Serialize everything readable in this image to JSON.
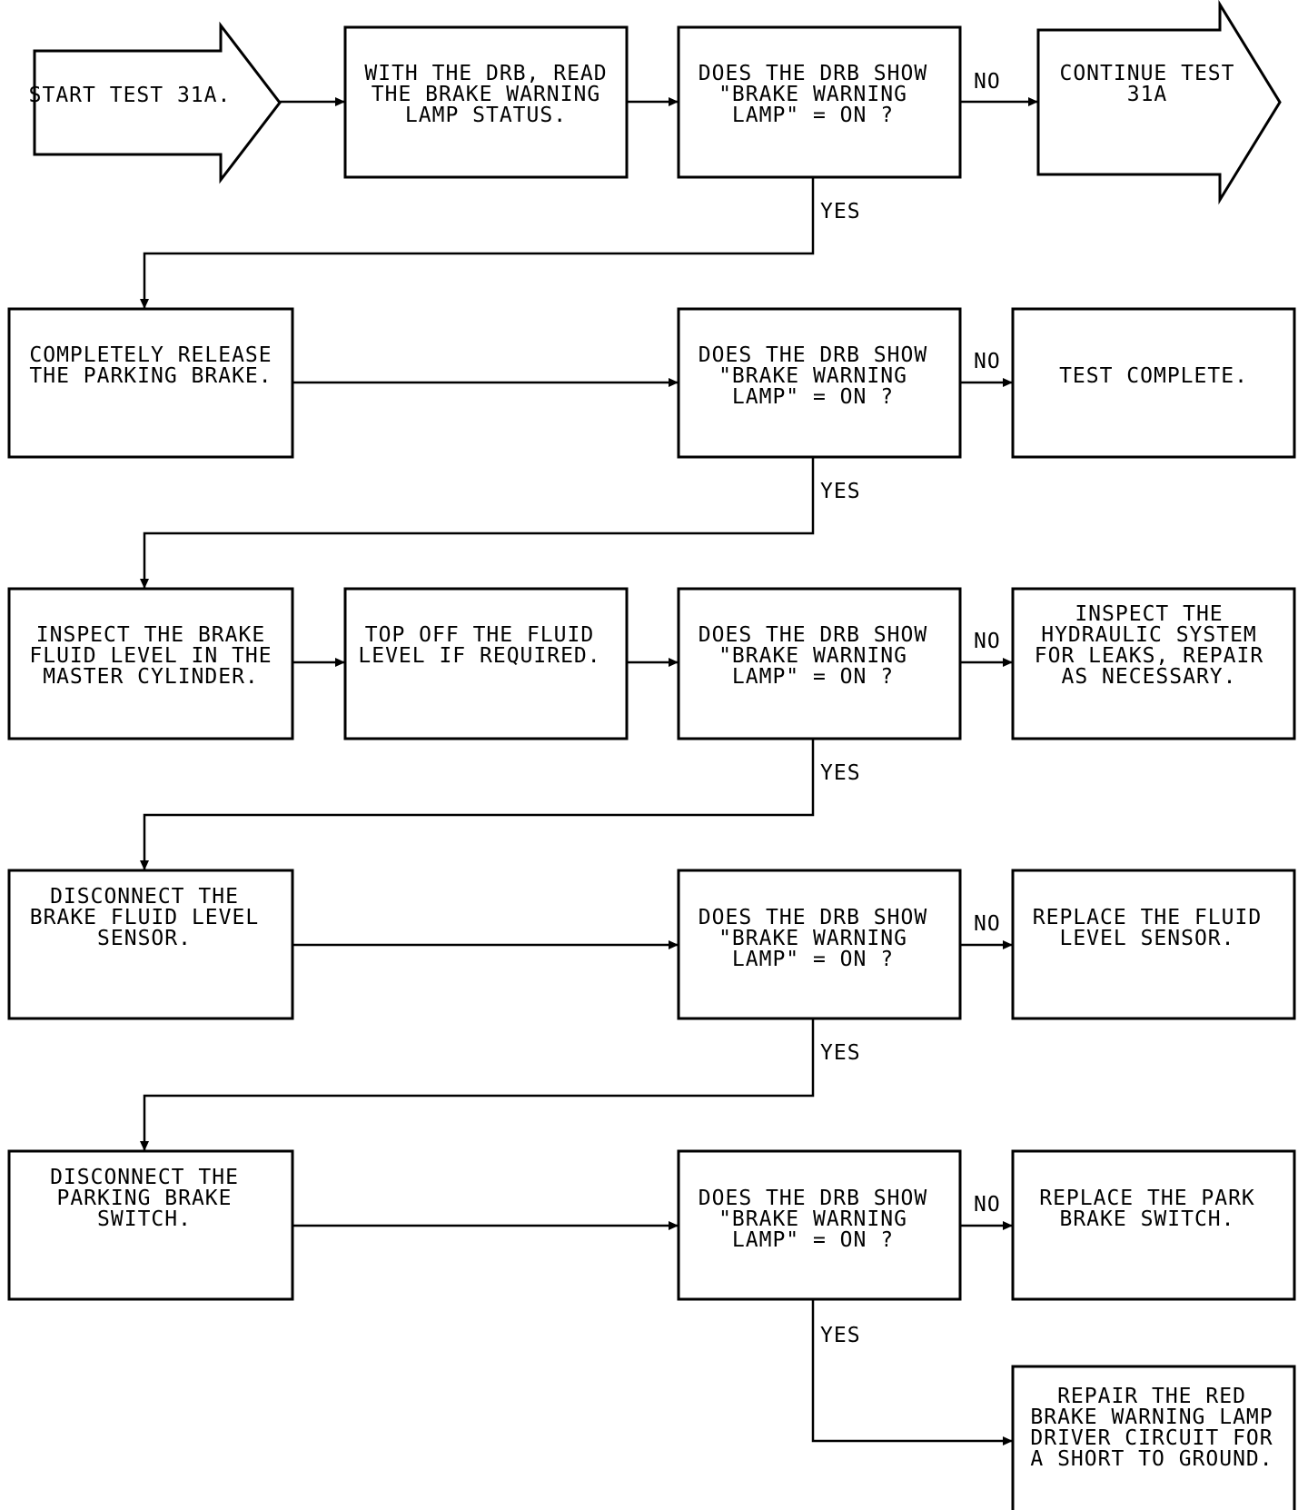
{
  "nodes": {
    "start": [
      "START TEST 31A."
    ],
    "read_status": [
      "WITH THE DRB, READ",
      "THE BRAKE WARNING",
      "LAMP STATUS."
    ],
    "q1": [
      "DOES THE DRB SHOW",
      "\"BRAKE WARNING",
      "LAMP\" = ON ?"
    ],
    "continue": [
      "CONTINUE TEST",
      "31A"
    ],
    "release_brake": [
      "COMPLETELY RELEASE",
      "THE PARKING BRAKE."
    ],
    "q2": [
      "DOES THE DRB SHOW",
      "\"BRAKE WARNING",
      "LAMP\" = ON ?"
    ],
    "test_complete": [
      "TEST COMPLETE."
    ],
    "inspect_fluid": [
      "INSPECT THE BRAKE",
      "FLUID LEVEL IN THE",
      "MASTER CYLINDER."
    ],
    "top_off": [
      "TOP OFF THE FLUID",
      "LEVEL IF REQUIRED."
    ],
    "q3": [
      "DOES THE DRB SHOW",
      "\"BRAKE WARNING",
      "LAMP\" = ON ?"
    ],
    "inspect_hydraulic": [
      "INSPECT THE",
      "HYDRAULIC SYSTEM",
      "FOR LEAKS, REPAIR",
      "AS NECESSARY."
    ],
    "disconnect_sensor": [
      "DISCONNECT THE",
      "BRAKE FLUID LEVEL",
      "SENSOR."
    ],
    "q4": [
      "DOES THE DRB SHOW",
      "\"BRAKE WARNING",
      "LAMP\" = ON ?"
    ],
    "replace_sensor": [
      "REPLACE THE FLUID",
      "LEVEL SENSOR."
    ],
    "disconnect_switch": [
      "DISCONNECT THE",
      "PARKING BRAKE",
      "SWITCH."
    ],
    "q5": [
      "DOES THE DRB SHOW",
      "\"BRAKE WARNING",
      "LAMP\" = ON ?"
    ],
    "replace_switch": [
      "REPLACE THE PARK",
      "BRAKE SWITCH."
    ],
    "repair_circuit": [
      "REPAIR THE RED",
      "BRAKE WARNING LAMP",
      "DRIVER CIRCUIT FOR",
      "A SHORT TO GROUND."
    ]
  },
  "labels": {
    "no": "NO",
    "yes": "YES"
  }
}
